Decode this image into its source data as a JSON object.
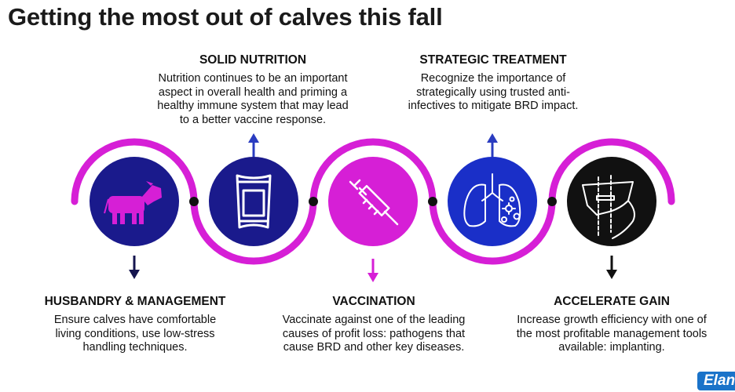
{
  "title": "Getting the most out of calves this fall",
  "colors": {
    "magenta": "#d61fd6",
    "navy_circle": "#1a1a8c",
    "navy_arrow": "#15154f",
    "blue_circle": "#1a2fc8",
    "blue_arrow": "#2a3cc0",
    "dark_circle": "#111111",
    "black_arrow": "#111111"
  },
  "stages": [
    {
      "heading": "HUSBANDRY & MANAGEMENT",
      "text_lines": [
        "Ensure calves have comfortable",
        "living conditions, use low-stress",
        "handling techniques."
      ],
      "icon": "cow-icon",
      "arrow": "down"
    },
    {
      "heading": "SOLID NUTRITION",
      "text_lines": [
        "Nutrition continues to be an important",
        "aspect in overall health and priming a",
        "healthy immune system that may lead",
        "to a better vaccine response."
      ],
      "icon": "feed-bag-icon",
      "arrow": "up"
    },
    {
      "heading": "VACCINATION",
      "text_lines": [
        "Vaccinate against one of the leading",
        "causes of profit loss: pathogens that",
        "cause BRD and other key diseases."
      ],
      "icon": "syringe-icon",
      "arrow": "down"
    },
    {
      "heading": "STRATEGIC TREATMENT",
      "text_lines": [
        "Recognize the importance of",
        "strategically using trusted anti-",
        "infectives to mitigate BRD impact."
      ],
      "icon": "lungs-icon",
      "arrow": "up"
    },
    {
      "heading": "ACCELERATE GAIN",
      "text_lines": [
        "Increase growth efficiency with one of",
        "the most profitable management tools",
        "available: implanting."
      ],
      "icon": "implant-ear-icon",
      "arrow": "down"
    }
  ],
  "logo": {
    "text": "Elan"
  }
}
